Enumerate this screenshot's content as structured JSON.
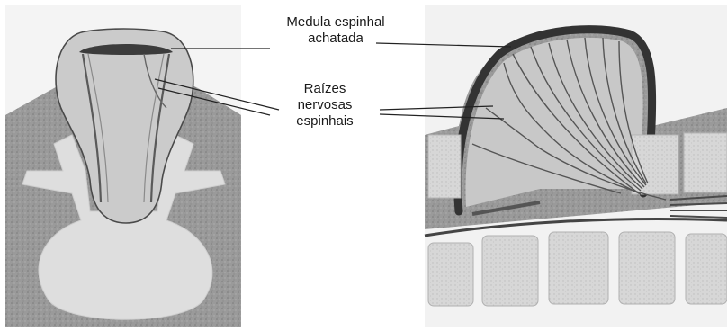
{
  "labels": {
    "medula": {
      "line1": "Medula espinhal",
      "line2": "achatada"
    },
    "raizes": {
      "line1": "Raízes",
      "line2": "nervosas",
      "line3": "espinhais"
    }
  },
  "colors": {
    "background": "#ffffff",
    "tissue_gray": "#8f8f8f",
    "sac_gray": "#c9c9c9",
    "bone_light": "#dcdcdc",
    "dark_outline": "#3a3a3a"
  }
}
